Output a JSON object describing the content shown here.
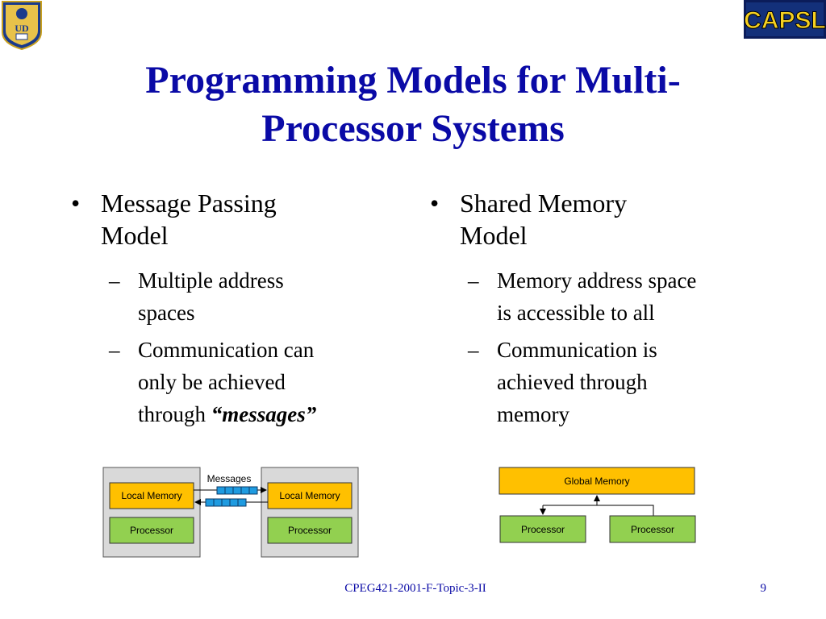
{
  "slide": {
    "title_line1": "Programming Models for Multi-",
    "title_line2": "Processor Systems",
    "left": {
      "heading_line1": "Message Passing",
      "heading_line2": "Model",
      "sub1_line1": "Multiple address",
      "sub1_line2": "spaces",
      "sub2_line1": "Communication can",
      "sub2_line2": "only be achieved",
      "sub2_line3_prefix": "through ",
      "sub2_line3_emph": "“messages”"
    },
    "right": {
      "heading_line1": "Shared Memory",
      "heading_line2": "Model",
      "sub1_line1": "Memory address space",
      "sub1_line2": "is accessible to all",
      "sub2_line1": "Communication is",
      "sub2_line2": "achieved through",
      "sub2_line3": "memory"
    },
    "bullet_char": "•",
    "dash_char": "–"
  },
  "diagram_left": {
    "messages_label": "Messages",
    "local_memory_label": "Local Memory",
    "processor_label": "Processor"
  },
  "diagram_right": {
    "global_memory_label": "Global Memory",
    "processor_label": "Processor"
  },
  "logos": {
    "capsl_text": "CAPSL",
    "ud_text": "UD"
  },
  "footer": {
    "course": "CPEG421-2001-F-Topic-3-II",
    "page_number": "9"
  },
  "colors": {
    "title": "#0a0aa6",
    "memory_box": "#ffc000",
    "processor_box": "#92d050",
    "node_box": "#d9d9d9",
    "queue_cell": "#1f9be0"
  }
}
